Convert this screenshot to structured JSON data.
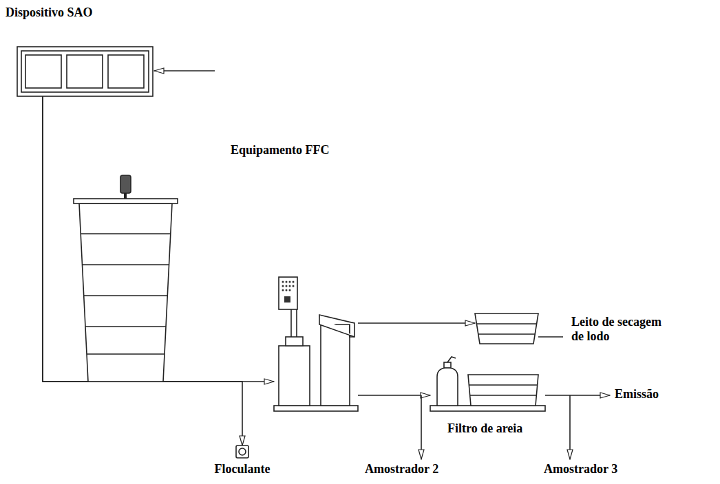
{
  "diagram": {
    "nodes": [
      {
        "text": [
          "Dispositivo SAO"
        ]
      },
      {
        "text": [
          "Equipamento FFC"
        ]
      },
      {
        "text": [
          "Leito de secagem de lodo"
        ]
      },
      {
        "text": [
          "Filtro de areia"
        ]
      },
      {
        "text": [
          "Floculante"
        ]
      }
    ],
    "edges": [
      {
        "from": 0,
        "to": 1,
        "arrow": "to"
      },
      {
        "from": 0,
        "to": 4,
        "arrow": "to"
      },
      {
        "from": 1,
        "to": 2,
        "arrow": "to"
      },
      {
        "from": 1,
        "to": 3,
        "arrow": "to"
      }
    ],
    "labels": [
      "Emissão",
      "Amostrador 2",
      "Amostrador 3"
    ]
  }
}
